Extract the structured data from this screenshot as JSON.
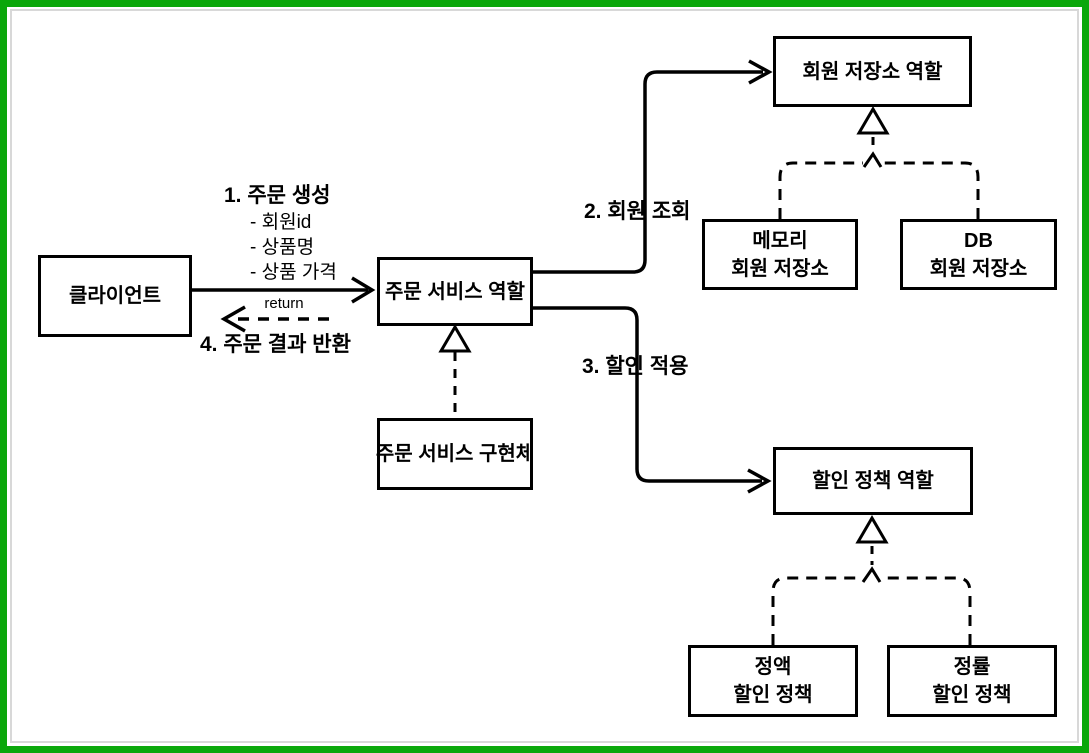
{
  "frame": {
    "border_color": "#0aa70a",
    "inner_border_color": "#d8d8d8",
    "background": "#ffffff",
    "line_color": "#000000"
  },
  "boxes": {
    "client": {
      "label": "클라이언트"
    },
    "order_service_role": {
      "label": "주문 서비스 역할"
    },
    "order_service_impl": {
      "label": "주문 서비스 구현체"
    },
    "member_repo_role": {
      "label": "회원 저장소 역할"
    },
    "memory_member_repo": {
      "line1": "메모리",
      "line2": "회원 저장소"
    },
    "db_member_repo": {
      "line1": "DB",
      "line2": "회원 저장소"
    },
    "discount_policy_role": {
      "label": "할인 정책 역할"
    },
    "fixed_discount_policy": {
      "line1": "정액",
      "line2": "할인 정책"
    },
    "rate_discount_policy": {
      "line1": "정률",
      "line2": "할인 정책"
    }
  },
  "labels": {
    "step1_title": "1. 주문 생성",
    "step1_items": [
      "- 회원id",
      "- 상품명",
      "- 상품 가격"
    ],
    "step2": "2. 회원 조회",
    "step3": "3. 할인 적용",
    "step4": "4. 주문 결과 반환",
    "return_label": "return"
  }
}
